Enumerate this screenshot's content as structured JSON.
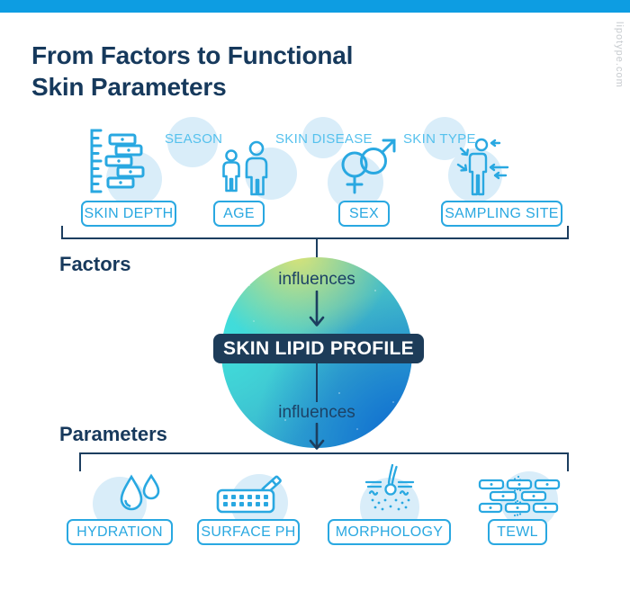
{
  "watermark": "lipotype.com",
  "title": {
    "line1": "From Factors to Functional",
    "line2": "Skin Parameters"
  },
  "factors": {
    "section_label": "Factors",
    "floating_labels": [
      "SEASON",
      "SKIN DISEASE",
      "SKIN TYPE"
    ],
    "items": [
      {
        "label": "SKIN DEPTH",
        "icon": "skin-depth-ruler-icon"
      },
      {
        "label": "AGE",
        "icon": "age-people-icon"
      },
      {
        "label": "SEX",
        "icon": "sex-gender-symbols-icon"
      },
      {
        "label": "SAMPLING SITE",
        "icon": "sampling-site-body-icon"
      }
    ]
  },
  "flow": {
    "influences_top": "influences",
    "badge_label": "SKIN LIPID PROFILE",
    "influences_bottom": "influences"
  },
  "parameters": {
    "section_label": "Parameters",
    "items": [
      {
        "label": "HYDRATION",
        "icon": "hydration-droplets-icon"
      },
      {
        "label": "SURFACE PH",
        "icon": "surface-ph-strip-icon"
      },
      {
        "label": "MORPHOLOGY",
        "icon": "morphology-follicle-icon"
      },
      {
        "label": "TEWL",
        "icon": "tewl-bricks-icon"
      }
    ]
  },
  "colors": {
    "top_bar": "#0d9de2",
    "accent_blue": "#29a8e1",
    "light_label_blue": "#55c1ed",
    "icon_circle_bg": "#d9edf9",
    "navy": "#1c3e5f",
    "badge_bg": "#1d3c59",
    "watermark_gray": "#c7cbcf",
    "gradient_yellow_green": "#d9e377",
    "gradient_turquoise": "#3fe0de",
    "gradient_blue": "#0f6bd0"
  }
}
